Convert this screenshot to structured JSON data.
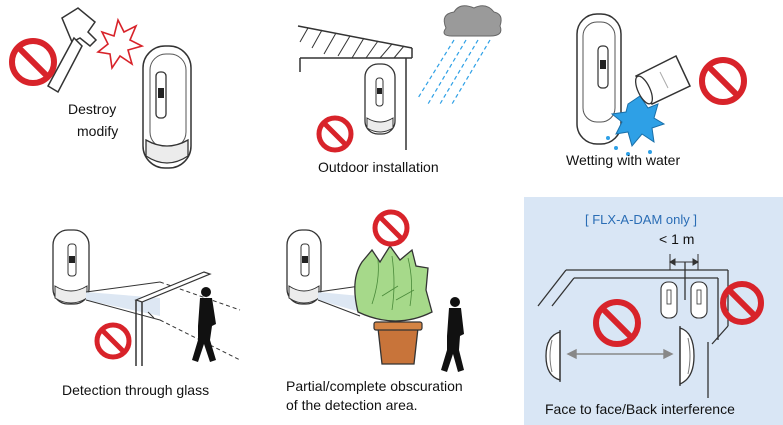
{
  "panels": {
    "destroy": {
      "line1": "Destroy",
      "line2": "modify"
    },
    "outdoor": {
      "label": "Outdoor installation"
    },
    "wetting": {
      "label": "Wetting with water"
    },
    "glass": {
      "label": "Detection through glass"
    },
    "obscuration": {
      "line1": "Partial/complete obscuration",
      "line2": "of the detection area."
    },
    "face": {
      "note": "[ FLX-A-DAM only ]",
      "distance": "< 1 m",
      "label": "Face to face/Back interference"
    }
  },
  "colors": {
    "prohibition_red": "#d8232a",
    "panel_blue": "#d9e6f5",
    "note_blue": "#2a6db5",
    "water_blue": "#2ea0e6",
    "foliage_green": "#a6d98a"
  }
}
